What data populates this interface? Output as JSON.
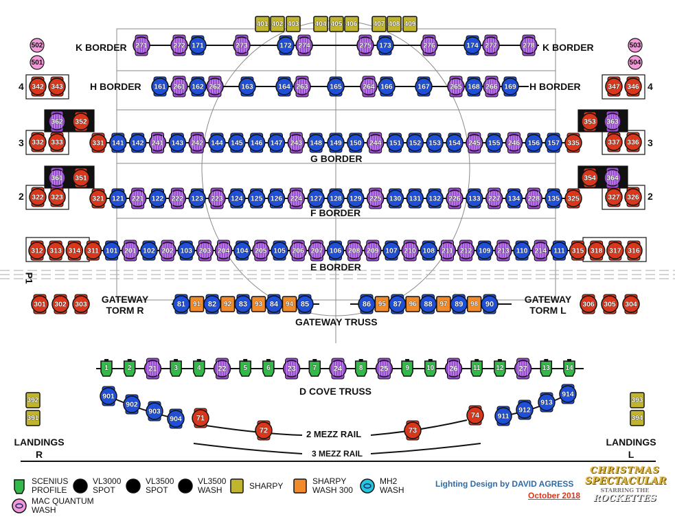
{
  "colors": {
    "vl3000": "#1f4fd6",
    "vl3500": "#d8371c",
    "vl3500wash": "#9a4bd1",
    "sharpy": "#c2b52e",
    "sharpywash": "#f08a2a",
    "profile": "#34b84a",
    "mh2": "#23c6dc",
    "quantum": "#f29ad8",
    "credit_blue": "#2f6aa5",
    "credit_red": "#d8371c"
  },
  "labels": {
    "k_border_left": "K BORDER",
    "k_border_right": "K BORDER",
    "h_border_left": "H BORDER",
    "h_border_right": "H BORDER",
    "g_border": "G BORDER",
    "f_border": "F BORDER",
    "e_border": "E BORDER",
    "gateway_torm_r": "GATEWAY\nTORM R",
    "gateway_torm_l": "GATEWAY\nTORM L",
    "gateway_truss": "GATEWAY TRUSS",
    "d_cove_truss": "D COVE TRUSS",
    "mezz2": "2 MEZZ RAIL",
    "mezz3": "3 MEZZ RAIL",
    "landings_r": "LANDINGS\nR",
    "landings_l": "LANDINGS\nL",
    "p1": "P1",
    "boom_4_left": "4",
    "boom_3_left": "3",
    "boom_2_left": "2",
    "boom_4_right": "4",
    "boom_3_right": "3",
    "boom_2_right": "2"
  },
  "legend": [
    {
      "type": "profile",
      "text": "SCENIUS\nPROFILE"
    },
    {
      "type": "vl3000",
      "text": "VL3000\nSPOT"
    },
    {
      "type": "vl3500",
      "text": "VL3500\nSPOT"
    },
    {
      "type": "vl3500wash",
      "text": "VL3500\nWASH"
    },
    {
      "type": "sharpy",
      "text": "SHARPY"
    },
    {
      "type": "sharpywash",
      "text": "SHARPY\nWASH 300"
    },
    {
      "type": "mh2",
      "text": "MH2\nWASH"
    },
    {
      "type": "quantum",
      "text": "MAC QUANTUM\nWASH"
    }
  ],
  "credit": {
    "line1_prefix": "Lighting Design  by ",
    "line1_name": "DAVID AGRESS",
    "line2": "October 2018"
  },
  "logo": {
    "l1": "CHRISTMAS",
    "l2": "SPECTACULAR",
    "l3": "ROCKETTES",
    "l4": "STARRING THE"
  },
  "fixtures": {
    "sharpy_top": [
      "401",
      "402",
      "403",
      "404",
      "405",
      "406",
      "407",
      "408",
      "409"
    ],
    "k_border": [
      [
        "271",
        "wash"
      ],
      [
        "272",
        "wash"
      ],
      [
        "171",
        "spot3"
      ],
      [
        "273",
        "wash"
      ],
      [
        "172",
        "spot3"
      ],
      [
        "274",
        "wash"
      ],
      [
        "275",
        "wash"
      ],
      [
        "173",
        "spot3"
      ],
      [
        "276",
        "wash"
      ],
      [
        "174",
        "spot3"
      ],
      [
        "277",
        "wash"
      ],
      [
        "278",
        "wash"
      ]
    ],
    "h_border": [
      [
        "161",
        "spot3"
      ],
      [
        "261",
        "wash"
      ],
      [
        "162",
        "spot3"
      ],
      [
        "262",
        "wash"
      ],
      [
        "163",
        "spot3"
      ],
      [
        "164",
        "spot3"
      ],
      [
        "263",
        "wash"
      ],
      [
        "165",
        "spot3"
      ],
      [
        "264",
        "wash"
      ],
      [
        "166",
        "spot3"
      ],
      [
        "167",
        "spot3"
      ],
      [
        "265",
        "wash"
      ],
      [
        "168",
        "spot3"
      ],
      [
        "266",
        "wash"
      ],
      [
        "169",
        "spot3"
      ]
    ],
    "g_border": [
      [
        "331",
        "spot5"
      ],
      [
        "141",
        "spot3"
      ],
      [
        "142",
        "spot3"
      ],
      [
        "241",
        "wash"
      ],
      [
        "143",
        "spot3"
      ],
      [
        "242",
        "wash"
      ],
      [
        "144",
        "spot3"
      ],
      [
        "145",
        "spot3"
      ],
      [
        "146",
        "spot3"
      ],
      [
        "147",
        "spot3"
      ],
      [
        "243",
        "wash"
      ],
      [
        "148",
        "spot3"
      ],
      [
        "149",
        "spot3"
      ],
      [
        "150",
        "spot3"
      ],
      [
        "244",
        "wash"
      ],
      [
        "151",
        "spot3"
      ],
      [
        "152",
        "spot3"
      ],
      [
        "153",
        "spot3"
      ],
      [
        "154",
        "spot3"
      ],
      [
        "245",
        "wash"
      ],
      [
        "155",
        "spot3"
      ],
      [
        "246",
        "wash"
      ],
      [
        "156",
        "spot3"
      ],
      [
        "157",
        "spot3"
      ],
      [
        "335",
        "spot5"
      ]
    ],
    "f_border": [
      [
        "321",
        "spot5"
      ],
      [
        "121",
        "spot3"
      ],
      [
        "221",
        "wash"
      ],
      [
        "122",
        "spot3"
      ],
      [
        "222",
        "wash"
      ],
      [
        "123",
        "spot3"
      ],
      [
        "223",
        "wash"
      ],
      [
        "124",
        "spot3"
      ],
      [
        "125",
        "spot3"
      ],
      [
        "126",
        "spot3"
      ],
      [
        "224",
        "wash"
      ],
      [
        "127",
        "spot3"
      ],
      [
        "128",
        "spot3"
      ],
      [
        "129",
        "spot3"
      ],
      [
        "225",
        "wash"
      ],
      [
        "130",
        "spot3"
      ],
      [
        "131",
        "spot3"
      ],
      [
        "132",
        "spot3"
      ],
      [
        "226",
        "wash"
      ],
      [
        "133",
        "spot3"
      ],
      [
        "227",
        "wash"
      ],
      [
        "134",
        "spot3"
      ],
      [
        "228",
        "wash"
      ],
      [
        "135",
        "spot3"
      ],
      [
        "325",
        "spot5"
      ]
    ],
    "e_border": [
      [
        "312",
        "spot5"
      ],
      [
        "313",
        "spot5"
      ],
      [
        "314",
        "spot5"
      ],
      [
        "311",
        "spot5"
      ],
      [
        "101",
        "spot3"
      ],
      [
        "201",
        "wash"
      ],
      [
        "102",
        "spot3"
      ],
      [
        "202",
        "wash"
      ],
      [
        "103",
        "spot3"
      ],
      [
        "203",
        "wash"
      ],
      [
        "204",
        "wash"
      ],
      [
        "104",
        "spot3"
      ],
      [
        "205",
        "wash"
      ],
      [
        "105",
        "spot3"
      ],
      [
        "206",
        "wash"
      ],
      [
        "207",
        "wash"
      ],
      [
        "106",
        "spot3"
      ],
      [
        "208",
        "wash"
      ],
      [
        "209",
        "wash"
      ],
      [
        "107",
        "spot3"
      ],
      [
        "210",
        "wash"
      ],
      [
        "108",
        "spot3"
      ],
      [
        "211",
        "wash"
      ],
      [
        "212",
        "wash"
      ],
      [
        "109",
        "spot3"
      ],
      [
        "213",
        "wash"
      ],
      [
        "110",
        "spot3"
      ],
      [
        "214",
        "wash"
      ],
      [
        "111",
        "spot3"
      ],
      [
        "315",
        "spot5"
      ],
      [
        "318",
        "spot5"
      ],
      [
        "317",
        "spot5"
      ],
      [
        "316",
        "spot5"
      ]
    ],
    "gateway_left": [
      [
        "81",
        "spot3"
      ],
      [
        "91",
        "sharpywash"
      ],
      [
        "82",
        "spot3"
      ],
      [
        "92",
        "sharpywash"
      ],
      [
        "83",
        "spot3"
      ],
      [
        "93",
        "sharpywash"
      ],
      [
        "84",
        "spot3"
      ],
      [
        "94",
        "sharpywash"
      ],
      [
        "85",
        "spot3"
      ]
    ],
    "gateway_right": [
      [
        "86",
        "spot3"
      ],
      [
        "95",
        "sharpywash"
      ],
      [
        "87",
        "spot3"
      ],
      [
        "96",
        "sharpywash"
      ],
      [
        "88",
        "spot3"
      ],
      [
        "97",
        "sharpywash"
      ],
      [
        "89",
        "spot3"
      ],
      [
        "98",
        "sharpywash"
      ],
      [
        "90",
        "spot3"
      ]
    ],
    "torm_r": [
      "301",
      "302",
      "303"
    ],
    "torm_l": [
      "306",
      "305",
      "304"
    ],
    "d_cove": [
      [
        "1",
        "profile"
      ],
      [
        "2",
        "profile"
      ],
      [
        "21",
        "wash"
      ],
      [
        "3",
        "profile"
      ],
      [
        "4",
        "profile"
      ],
      [
        "22",
        "wash"
      ],
      [
        "5",
        "profile"
      ],
      [
        "6",
        "profile"
      ],
      [
        "23",
        "wash"
      ],
      [
        "7",
        "profile"
      ],
      [
        "24",
        "wash"
      ],
      [
        "8",
        "profile"
      ],
      [
        "25",
        "wash"
      ],
      [
        "9",
        "profile"
      ],
      [
        "10",
        "profile"
      ],
      [
        "26",
        "wash"
      ],
      [
        "11",
        "profile"
      ],
      [
        "12",
        "profile"
      ],
      [
        "27",
        "wash"
      ],
      [
        "13",
        "profile"
      ],
      [
        "14",
        "profile"
      ]
    ],
    "arc_left": [
      "901",
      "902",
      "903",
      "904"
    ],
    "arc_right": [
      "911",
      "912",
      "913",
      "914"
    ],
    "mezz_spots": [
      "71",
      "72",
      "73",
      "74"
    ],
    "boom4_left": [
      "342",
      "343"
    ],
    "boom4_right": [
      "347",
      "346"
    ],
    "boom3_left": [
      "332",
      "333"
    ],
    "boom3_right": [
      "337",
      "336"
    ],
    "boom2_left": [
      "322",
      "323"
    ],
    "boom2_right": [
      "327",
      "326"
    ],
    "box3_left": [
      "362",
      "352"
    ],
    "box3_right": [
      "353",
      "363"
    ],
    "box2_left": [
      "361",
      "351"
    ],
    "box2_right": [
      "354",
      "364"
    ],
    "quantum_left": [
      "502",
      "501"
    ],
    "quantum_right": [
      "503",
      "504"
    ],
    "landing_left": [
      "392",
      "391"
    ],
    "landing_right": [
      "393",
      "394"
    ]
  }
}
